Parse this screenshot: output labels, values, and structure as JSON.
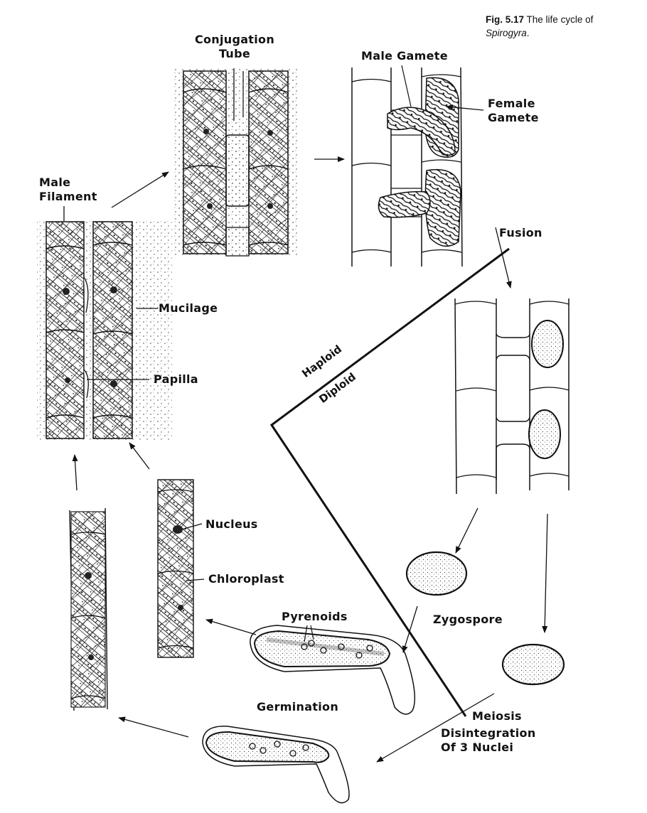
{
  "caption": {
    "fig_number": "Fig. 5.17",
    "text": "The life cycle of",
    "organism": "Spirogyra",
    "end": "."
  },
  "labels": {
    "conjugation_tube": [
      "Conjugation",
      "Tube"
    ],
    "male_gamete": "Male Gamete",
    "female_gamete": [
      "Female",
      "Gamete"
    ],
    "male_filament": [
      "Male",
      "Filament"
    ],
    "mucilage": "Mucilage",
    "papilla": "Papilla",
    "fusion": "Fusion",
    "haploid": "Haploid",
    "diploid": "Diploid",
    "nucleus": "Nucleus",
    "chloroplast": "Chloroplast",
    "pyrenoids": "Pyrenoids",
    "zygospore": "Zygospore",
    "germination": "Germination",
    "meiosis": "Meiosis",
    "disintegration": [
      "Disintegration",
      "Of 3 Nuclei"
    ]
  },
  "stages": [
    "Male filament with papilla and mucilage",
    "Conjugation tube formation",
    "Male gamete migrates to female gamete",
    "Fusion",
    "Zygospore",
    "Meiosis / Disintegration of 3 nuclei",
    "Germination",
    "New filament"
  ],
  "regions": [
    "Haploid",
    "Diploid"
  ]
}
